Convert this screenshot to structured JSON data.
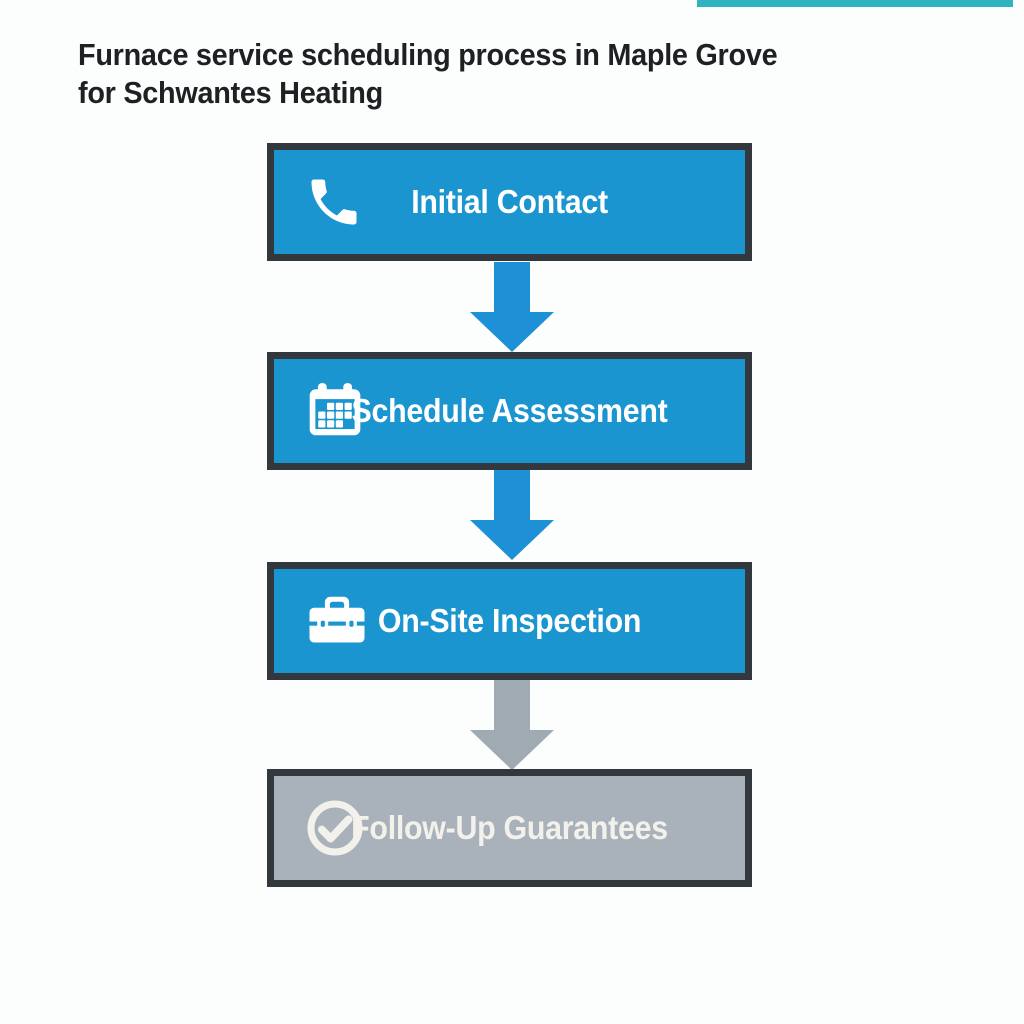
{
  "page": {
    "background_color": "#fcfdfd",
    "top_accent_bar_color": "#2eb4c0"
  },
  "title": {
    "line1": "Furnace service scheduling process in Maple Grove",
    "line2": "for Schwantes Heating",
    "color": "#1f2023"
  },
  "flow": {
    "box_border_color": "#33383f",
    "steps": [
      {
        "label": "Initial Contact",
        "icon": "phone-icon",
        "fill": "#1b95d0",
        "text_color": "#ffffff"
      },
      {
        "label": "Schedule Assessment",
        "icon": "calendar-icon",
        "fill": "#1b95d0",
        "text_color": "#ffffff"
      },
      {
        "label": "On-Site Inspection",
        "icon": "toolbox-icon",
        "fill": "#1b95d0",
        "text_color": "#ffffff"
      },
      {
        "label": "Follow-Up Guarantees",
        "icon": "check-circle-icon",
        "fill": "#a9b2ba",
        "text_color": "#f3f1eb"
      }
    ],
    "arrows": [
      {
        "color": "#1e91d6"
      },
      {
        "color": "#1e91d6"
      },
      {
        "color": "#9faab2"
      }
    ]
  }
}
